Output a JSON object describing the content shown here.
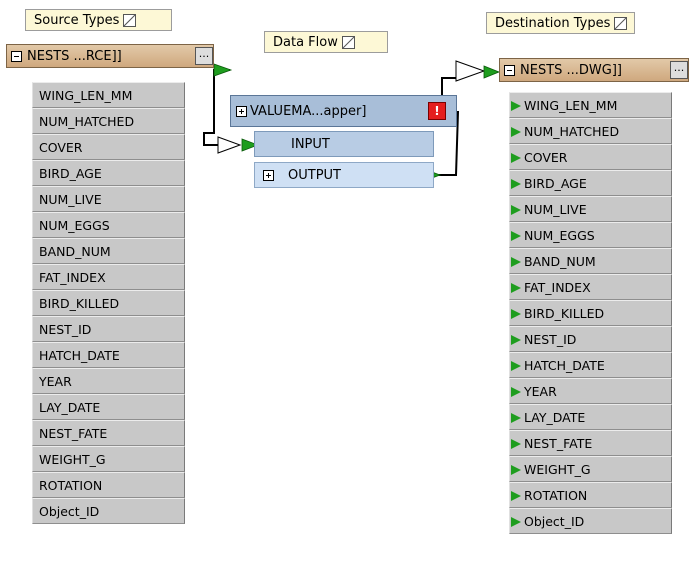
{
  "bookmarks": {
    "source": "Source Types",
    "dataflow": "Data Flow",
    "destination": "Destination Types"
  },
  "source_feature_type": {
    "name": "NESTS ...RCE]]",
    "menu_button": "...",
    "attributes": [
      {
        "name": "WING_LEN_MM"
      },
      {
        "name": "NUM_HATCHED"
      },
      {
        "name": "COVER"
      },
      {
        "name": "BIRD_AGE"
      },
      {
        "name": "NUM_LIVE"
      },
      {
        "name": "NUM_EGGS"
      },
      {
        "name": "BAND_NUM"
      },
      {
        "name": "FAT_INDEX"
      },
      {
        "name": "BIRD_KILLED"
      },
      {
        "name": "NEST_ID"
      },
      {
        "name": "HATCH_DATE"
      },
      {
        "name": "YEAR"
      },
      {
        "name": "LAY_DATE"
      },
      {
        "name": "NEST_FATE"
      },
      {
        "name": "WEIGHT_G"
      },
      {
        "name": "ROTATION"
      },
      {
        "name": "Object_ID"
      }
    ]
  },
  "transformer": {
    "name": "VALUEMA...apper]",
    "warning_button": "!",
    "input_port": "INPUT",
    "output_port": "OUTPUT"
  },
  "destination_feature_type": {
    "name": "NESTS ...DWG]]",
    "menu_button": "...",
    "attributes": [
      {
        "name": "WING_LEN_MM"
      },
      {
        "name": "NUM_HATCHED"
      },
      {
        "name": "COVER"
      },
      {
        "name": "BIRD_AGE"
      },
      {
        "name": "NUM_LIVE"
      },
      {
        "name": "NUM_EGGS"
      },
      {
        "name": "BAND_NUM"
      },
      {
        "name": "FAT_INDEX"
      },
      {
        "name": "BIRD_KILLED"
      },
      {
        "name": "NEST_ID"
      },
      {
        "name": "HATCH_DATE"
      },
      {
        "name": "YEAR"
      },
      {
        "name": "LAY_DATE"
      },
      {
        "name": "NEST_FATE"
      },
      {
        "name": "WEIGHT_G"
      },
      {
        "name": "ROTATION"
      },
      {
        "name": "Object_ID"
      }
    ]
  },
  "colors": {
    "feature_header": "#cfa87e",
    "attribute_cell": "#c8c8c8",
    "transformer_header": "#a8bed8",
    "port_arrow": "#1e9d1e",
    "warning": "#e41e1e"
  }
}
